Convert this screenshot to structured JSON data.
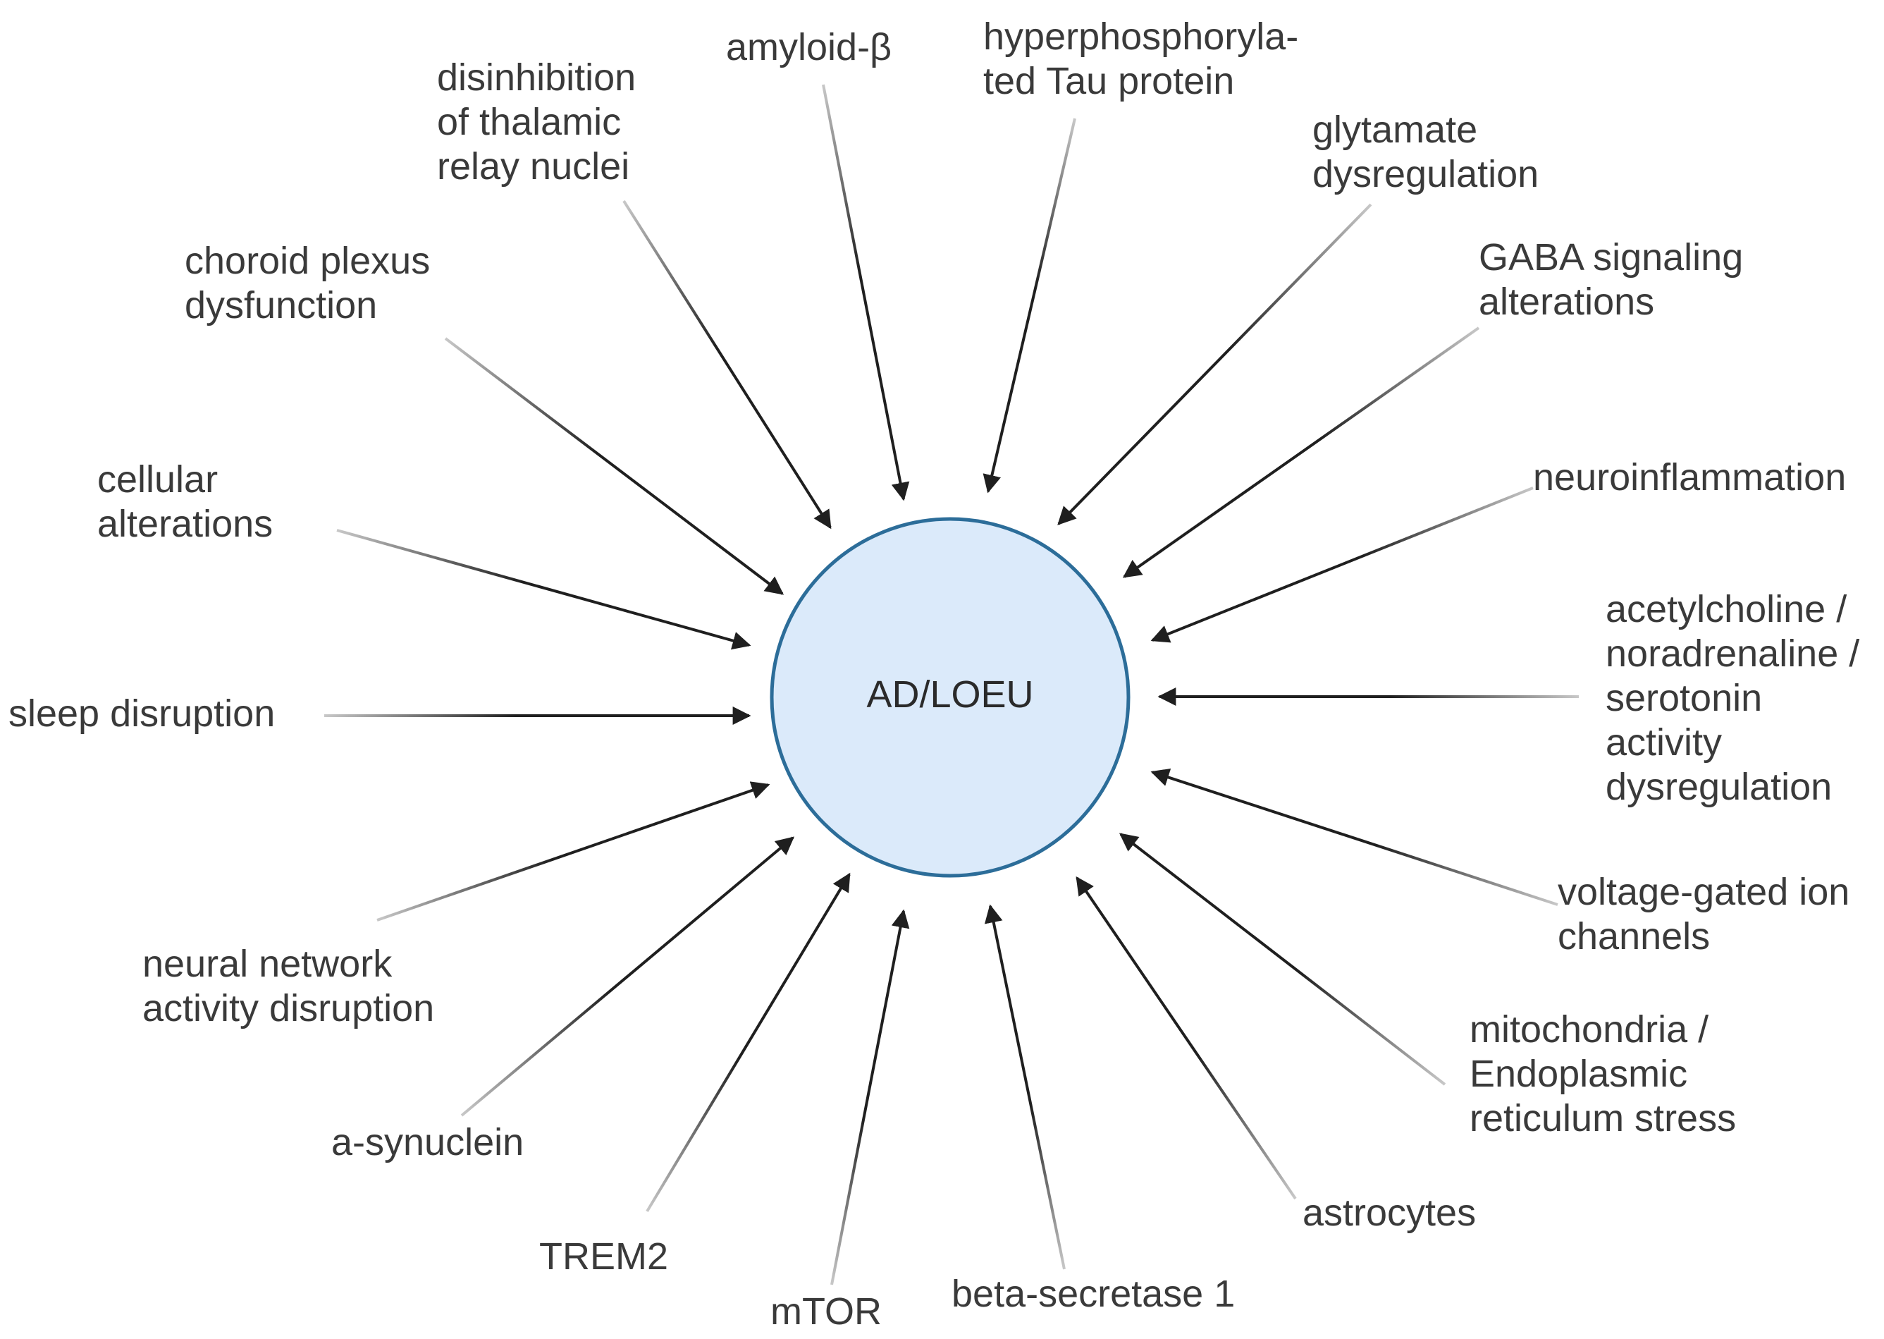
{
  "center": {
    "label": "AD/LOEU",
    "fill_color": "#dbeafa",
    "stroke_color": "#2c6d99"
  },
  "arrow_color": "#1f1f1f",
  "factors": [
    {
      "id": "amyloid-beta",
      "lines": [
        "amyloid-β"
      ]
    },
    {
      "id": "hyperphosphorylated-tau",
      "lines": [
        "hyperphosphoryla-",
        "ted Tau protein"
      ]
    },
    {
      "id": "glutamate-dysregulation",
      "lines": [
        "glytamate",
        "dysregulation"
      ]
    },
    {
      "id": "gaba-signaling",
      "lines": [
        "GABA signaling",
        "alterations"
      ]
    },
    {
      "id": "neuroinflammation",
      "lines": [
        "neuroinflammation"
      ]
    },
    {
      "id": "neurotransmitter-dysregulation",
      "lines": [
        "acetylcholine /",
        "noradrenaline /",
        "serotonin",
        "activity",
        "dysregulation"
      ]
    },
    {
      "id": "voltage-gated-channels",
      "lines": [
        "voltage-gated ion",
        "channels"
      ]
    },
    {
      "id": "mitochondria-er-stress",
      "lines": [
        "mitochondria /",
        "Endoplasmic",
        "reticulum stress"
      ]
    },
    {
      "id": "astrocytes",
      "lines": [
        "astrocytes"
      ]
    },
    {
      "id": "beta-secretase",
      "lines": [
        "beta-secretase 1"
      ]
    },
    {
      "id": "mtor",
      "lines": [
        "mTOR"
      ]
    },
    {
      "id": "trem2",
      "lines": [
        "TREM2"
      ]
    },
    {
      "id": "a-synuclein",
      "lines": [
        "a-synuclein"
      ]
    },
    {
      "id": "neural-network-disruption",
      "lines": [
        "neural network",
        "activity disruption"
      ]
    },
    {
      "id": "sleep-disruption",
      "lines": [
        "sleep disruption"
      ]
    },
    {
      "id": "cellular-alterations",
      "lines": [
        "cellular",
        "alterations"
      ]
    },
    {
      "id": "choroid-plexus",
      "lines": [
        "choroid plexus",
        "dysfunction"
      ]
    },
    {
      "id": "thalamic-disinhibition",
      "lines": [
        "disinhibition",
        "of thalamic",
        "relay nuclei"
      ]
    }
  ]
}
